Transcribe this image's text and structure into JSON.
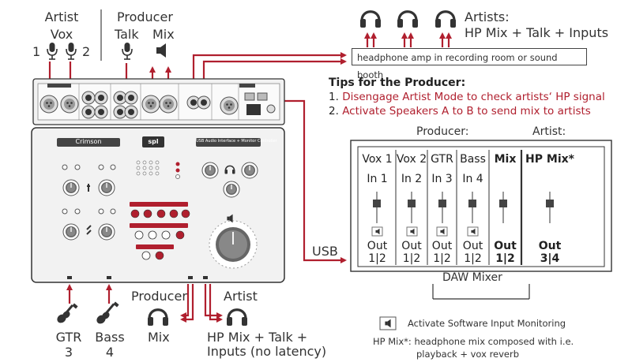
{
  "labels": {
    "artist_vox_line1": "Artist",
    "artist_vox_line2": "Vox",
    "mic1": "1",
    "mic2": "2",
    "producer_top": "Producer",
    "talk": "Talk",
    "mix_top": "Mix",
    "artists_top_line1": "Artists:",
    "artists_top_line2": "HP Mix + Talk + Inputs",
    "headphone_amp": "headphone amp in recording room or sound booth",
    "usb": "USB",
    "gtr_line1": "GTR",
    "gtr_line2": "3",
    "bass_line1": "Bass",
    "bass_line2": "4",
    "producer_bottom": "Producer",
    "mix_bottom": "Mix",
    "artist_bottom": "Artist",
    "artist_hp_line1": "HP Mix + Talk +",
    "artist_hp_line2": "Inputs (no latency)"
  },
  "device": {
    "name": "Crimson",
    "brand": "spl",
    "subtitle": "USB Audio Interface + Monitor Controller"
  },
  "tips": {
    "title": "Tips for the Producer:",
    "items": [
      {
        "num": "1.",
        "text": "Disengage Artist Mode to check artists‘ HP signal"
      },
      {
        "num": "2.",
        "text": "Activate Speakers A to B to send mix to artists"
      }
    ]
  },
  "daw": {
    "producer_header": "Producer:",
    "artist_header": "Artist:",
    "title": "DAW Mixer",
    "channels": [
      {
        "name": "Vox 1",
        "input": "In 1",
        "out1": "Out",
        "out2": "1|2",
        "bold": false
      },
      {
        "name": "Vox 2",
        "input": "In 2",
        "out1": "Out",
        "out2": "1|2",
        "bold": false
      },
      {
        "name": "GTR",
        "input": "In 3",
        "out1": "Out",
        "out2": "1|2",
        "bold": false
      },
      {
        "name": "Bass",
        "input": "In 4",
        "out1": "Out",
        "out2": "1|2",
        "bold": false
      },
      {
        "name": "Mix",
        "input": "",
        "out1": "Out",
        "out2": "1|2",
        "bold": true
      },
      {
        "name": "HP Mix*",
        "input": "",
        "out1": "Out",
        "out2": "3|4",
        "bold": true
      }
    ]
  },
  "footnotes": {
    "monitoring": "Activate Software Input Monitoring",
    "hp_note_line1": "HP Mix*: headphone mix composed with i.e.",
    "hp_note_line2": "playback + vox reverb"
  },
  "colors": {
    "signal": "#b01f2e",
    "line": "#333333",
    "device_panel": "#f2f2f2"
  }
}
